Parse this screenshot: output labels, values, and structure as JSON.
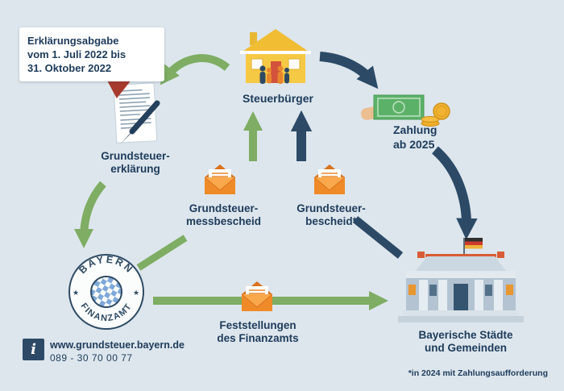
{
  "colors": {
    "background": "#dde6ed",
    "green_arrow": "#7ead63",
    "dark_blue_arrow": "#2c4a66",
    "text_navy": "#1d3b5a",
    "envelope_orange": "#ef8a28",
    "house_yellow": "#f6c945",
    "coin_gold": "#f0ae2b",
    "money_green": "#5cb168",
    "callout_tail_red": "#a8392d",
    "building_trim_orange": "#d85c35"
  },
  "callout": {
    "line1": "Erklärungsabgabe",
    "line2": "vom 1. Juli 2022 bis",
    "line3": "31. Oktober 2022"
  },
  "labels": {
    "erklaerung": [
      "Grundsteuer-",
      "erklärung"
    ],
    "steuerbuerger": "Steuerbürger",
    "zahlung": [
      "Zahlung",
      "ab 2025"
    ],
    "messbescheid": [
      "Grundsteuer-",
      "messbescheid"
    ],
    "bescheid": [
      "Grundsteuer-",
      "bescheid*"
    ],
    "feststellungen": [
      "Feststellungen",
      "des Finanzamts"
    ],
    "staedte": [
      "Bayerische Städte",
      "und Gemeinden"
    ]
  },
  "seal": {
    "top": "BAYERN",
    "bottom": "FINANZAMT",
    "star": "★"
  },
  "contact": {
    "info_glyph": "i",
    "url": "www.grundsteuer.bayern.de",
    "phone": "089 - 30 70 00 77"
  },
  "footnote": "*in 2024 mit Zahlungsaufforderung"
}
